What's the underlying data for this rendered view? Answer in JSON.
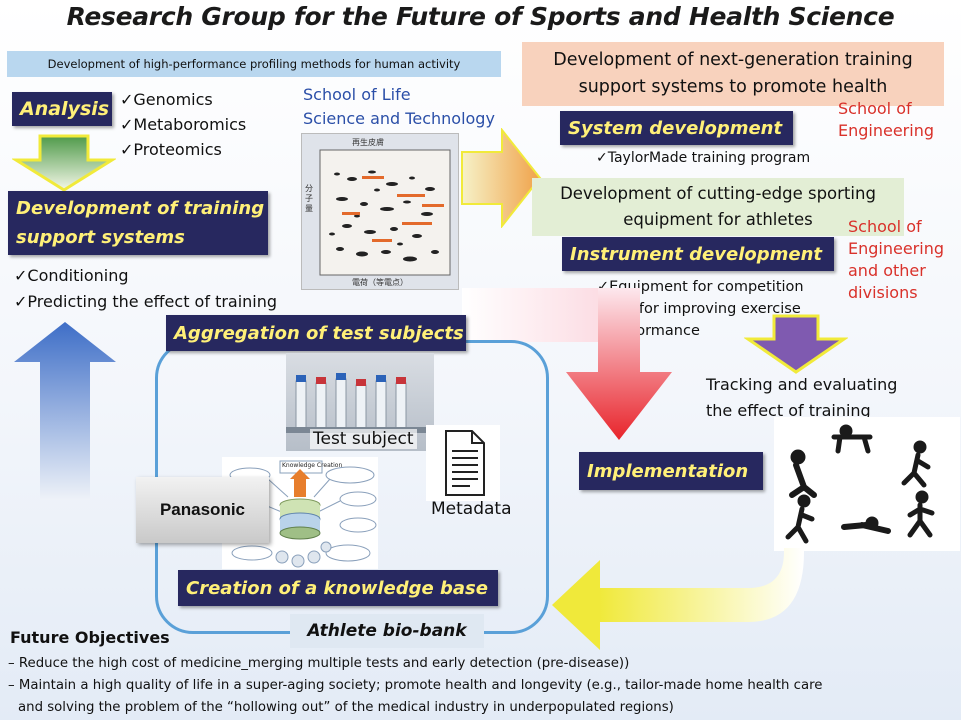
{
  "title": "Research Group for the Future of Sports and Health Science",
  "profiling_banner": "Development of high-performance profiling methods for human activity",
  "analysis": {
    "label": "Analysis",
    "items": [
      "✓Genomics",
      "✓Metaboromics",
      "✓Proteomics"
    ]
  },
  "school_life_science": [
    "School of Life",
    "Science and Technology"
  ],
  "next_gen_banner": [
    "Development of next-generation training",
    "support systems to promote health"
  ],
  "school_engineering": [
    "School of",
    "Engineering"
  ],
  "system_development": {
    "label": "System development",
    "item": "✓TaylorMade training program"
  },
  "equipment_banner": [
    "Development  of cutting-edge sporting",
    "equipment for athletes"
  ],
  "school_engineering_other": [
    "School of",
    "Engineering",
    "and other",
    "divisions"
  ],
  "instrument_development": {
    "label": "Instrument development",
    "items": [
      "✓Equipment for competition",
      "and for improving exercise",
      "performance"
    ]
  },
  "training_support": {
    "label": [
      "Development of training",
      "support systems"
    ],
    "items": [
      "✓Conditioning",
      "✓Predicting the effect of training"
    ]
  },
  "gel_image": {
    "top_label": "再生皮膚",
    "y_label": "分子量",
    "x_label": "電荷（等電点）"
  },
  "aggregation": "Aggregation of test subjects",
  "test_subject": "Test subject",
  "metadata": "Metadata",
  "panasonic": "Panasonic",
  "knowledge_base": "Creation of a knowledge base",
  "kb_diagram_top": "Knowledge Creation",
  "athlete_biobank": "Athlete bio-bank",
  "implementation": "Implementation",
  "tracking": [
    "Tracking and evaluating",
    "the effect of training"
  ],
  "future": {
    "heading": "Future Objectives",
    "items": [
      "– Reduce the high cost of medicine_merging multiple tests and early detection (pre-disease))",
      "– Maintain a high quality of life in a super-aging society; promote health and longevity (e.g., tailor-made home health care",
      "and solving the problem of the “hollowing out” of the medical industry in underpopulated regions)"
    ]
  },
  "colors": {
    "navy": "#27285f",
    "label_yellow": "#fff078",
    "school_red": "#d9312a",
    "school_blue": "#2b4fa8",
    "loop_blue": "#5aa0d8"
  }
}
